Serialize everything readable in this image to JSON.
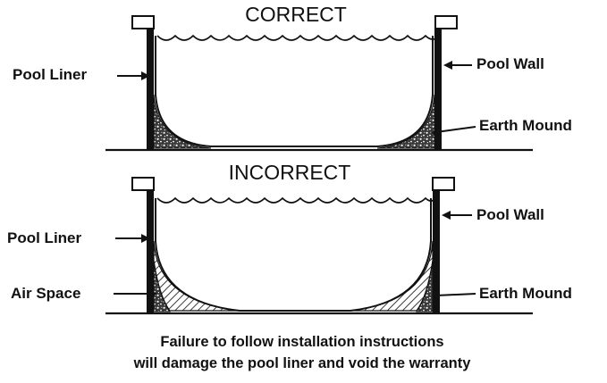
{
  "correct": {
    "title": "CORRECT",
    "pool_liner_label": "Pool Liner",
    "pool_wall_label": "Pool Wall",
    "earth_mound_label": "Earth Mound"
  },
  "incorrect": {
    "title": "INCORRECT",
    "pool_liner_label": "Pool Liner",
    "pool_wall_label": "Pool Wall",
    "air_space_label": "Air Space",
    "earth_mound_label": "Earth Mound"
  },
  "caption": {
    "line1": "Failure to follow installation instructions",
    "line2": "will damage the pool liner and void the warranty"
  }
}
